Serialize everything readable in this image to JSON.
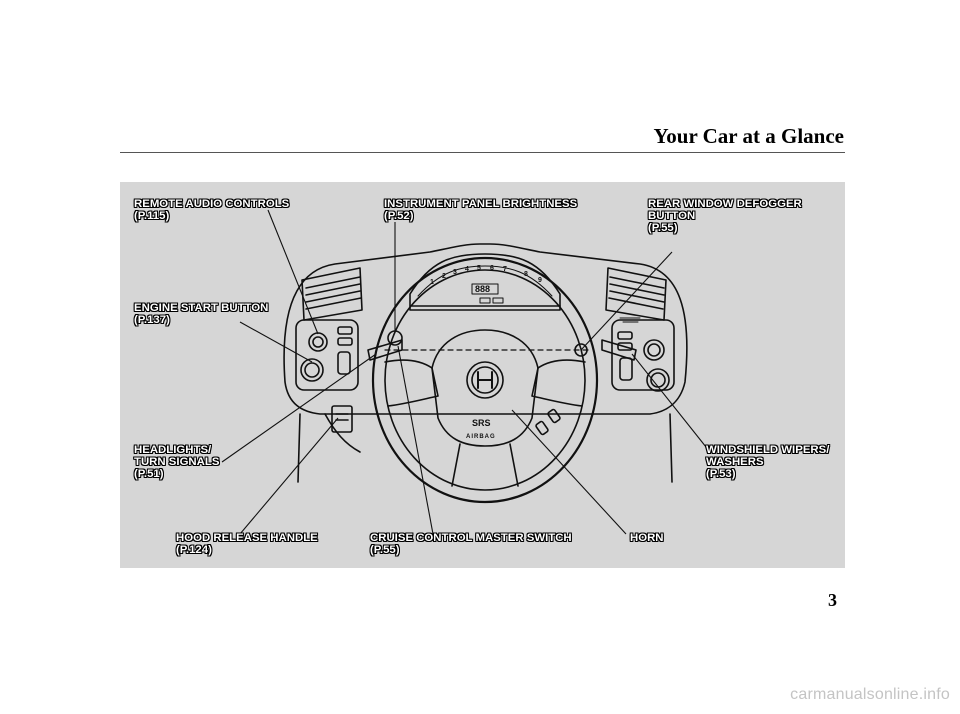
{
  "header": {
    "title": "Your Car at a Glance"
  },
  "figure": {
    "instrument_labels": {
      "airbag": "AIRBAG",
      "srs": "SRS",
      "gauge_numbers": [
        "1",
        "2",
        "3",
        "4",
        "5",
        "6",
        "7",
        "8",
        "9"
      ],
      "digital_readout": "888"
    },
    "callouts": {
      "remote_audio": {
        "name": "REMOTE AUDIO CONTROLS",
        "page": "(P.115)"
      },
      "instrument_brightness": {
        "name": "INSTRUMENT PANEL BRIGHTNESS",
        "page": "(P.52)"
      },
      "rear_defogger": {
        "name_line1": "REAR WINDOW DEFOGGER",
        "name_line2": "BUTTON",
        "page": "(P.55)"
      },
      "engine_start": {
        "name": "ENGINE START BUTTON",
        "page": "(P.137)"
      },
      "headlights": {
        "name_line1": "HEADLIGHTS/",
        "name_line2": "TURN SIGNALS",
        "page": "(P.51)"
      },
      "wipers": {
        "name_line1": "WINDSHIELD WIPERS/",
        "name_line2": "WASHERS",
        "page": "(P.53)"
      },
      "hood_release": {
        "name": "HOOD RELEASE HANDLE",
        "page": "(P.124)"
      },
      "cruise_control": {
        "name": "CRUISE CONTROL MASTER SWITCH",
        "page": "(P.55)"
      },
      "horn": {
        "name": "HORN"
      }
    }
  },
  "footer": {
    "page_number": "3",
    "watermark": "carmanualsonline.info"
  }
}
